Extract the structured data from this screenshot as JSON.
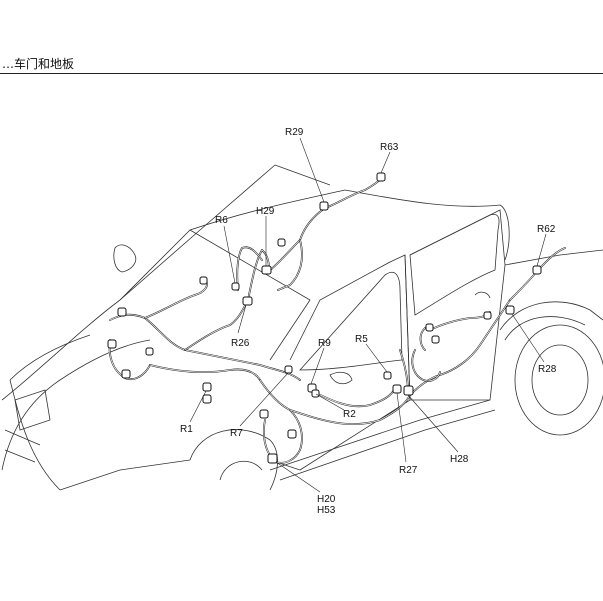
{
  "header": {
    "title": "…车门和地板"
  },
  "labels": {
    "R29": "R29",
    "R63": "R63",
    "R6": "R6",
    "H29": "H29",
    "R62": "R62",
    "R26": "R26",
    "R5": "R5",
    "R9": "R9",
    "R2": "R2",
    "R1": "R1",
    "R7": "R7",
    "R28": "R28",
    "H28": "H28",
    "R27": "R27",
    "H20": "H20",
    "H53": "H53"
  }
}
